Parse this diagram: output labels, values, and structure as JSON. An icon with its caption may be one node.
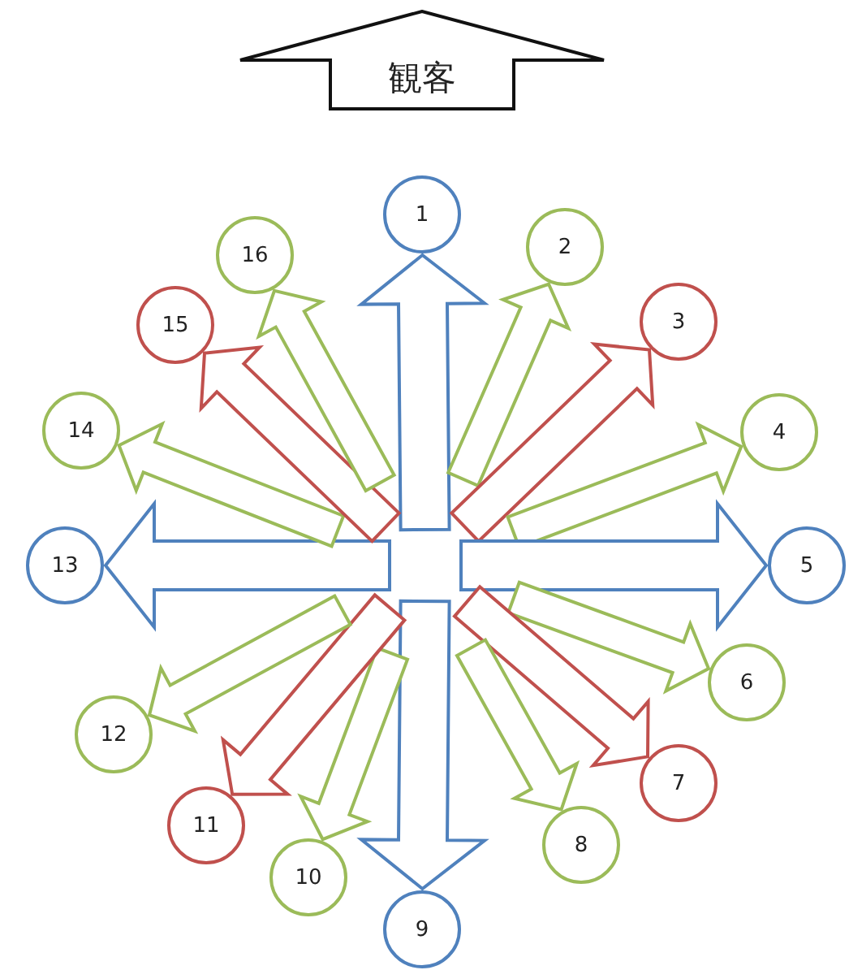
{
  "diagram": {
    "nodes": [
      {
        "text": [
          "観客"
        ]
      },
      {
        "text": [
          "1"
        ]
      },
      {
        "text": [
          "2"
        ]
      },
      {
        "text": [
          "3"
        ]
      },
      {
        "text": [
          "4"
        ]
      },
      {
        "text": [
          "5"
        ]
      },
      {
        "text": [
          "6"
        ]
      },
      {
        "text": [
          "7"
        ]
      },
      {
        "text": [
          "8"
        ]
      },
      {
        "text": [
          "9"
        ]
      },
      {
        "text": [
          "10"
        ]
      },
      {
        "text": [
          "11"
        ]
      },
      {
        "text": [
          "12"
        ]
      },
      {
        "text": [
          "13"
        ]
      },
      {
        "text": [
          "14"
        ]
      },
      {
        "text": [
          "15"
        ]
      },
      {
        "text": [
          "16"
        ]
      }
    ],
    "edges": [
      {
        "from": null,
        "to": 1,
        "arrow": "to",
        "color": "#4f81bd"
      },
      {
        "from": null,
        "to": 2,
        "arrow": "to"
      },
      {
        "from": null,
        "to": 3,
        "arrow": "to",
        "color": "#c0504d"
      },
      {
        "from": null,
        "to": 4,
        "arrow": "to"
      },
      {
        "from": null,
        "to": 5,
        "arrow": "to",
        "color": "#4f81bd"
      },
      {
        "from": null,
        "to": 6,
        "arrow": "to"
      },
      {
        "from": null,
        "to": 7,
        "arrow": "to",
        "color": "#c0504d"
      },
      {
        "from": null,
        "to": 8,
        "arrow": "to"
      },
      {
        "from": null,
        "to": 9,
        "arrow": "to",
        "color": "#4f81bd"
      },
      {
        "from": null,
        "to": 10,
        "arrow": "to"
      },
      {
        "from": null,
        "to": 11,
        "arrow": "to",
        "color": "#c0504d"
      },
      {
        "from": null,
        "to": 12,
        "arrow": "to"
      },
      {
        "from": null,
        "to": 13,
        "arrow": "to",
        "color": "#4f81bd"
      },
      {
        "from": null,
        "to": 14,
        "arrow": "to"
      },
      {
        "from": null,
        "to": 15,
        "arrow": "to",
        "color": "#c0504d"
      },
      {
        "from": null,
        "to": 16,
        "arrow": "to"
      }
    ]
  }
}
